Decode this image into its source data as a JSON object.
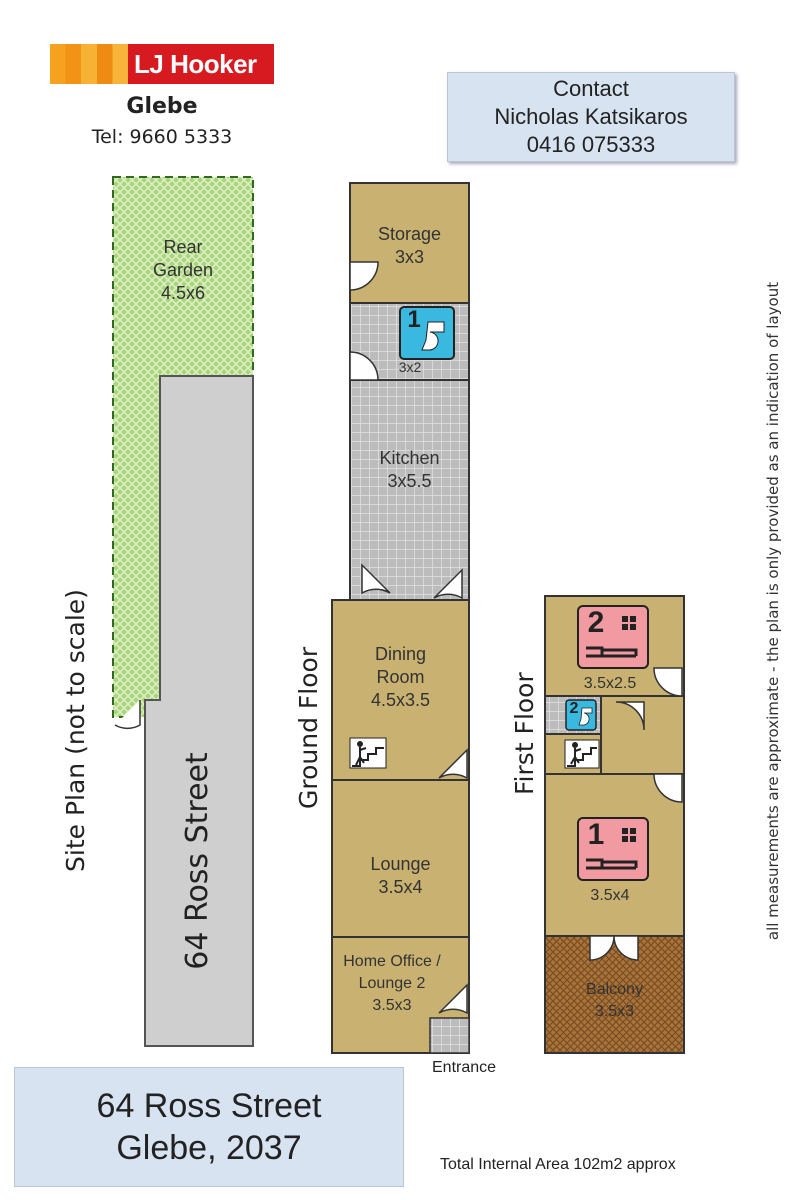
{
  "brand": {
    "logo_text": "LJ Hooker",
    "office": "Glebe",
    "tel": "Tel: 9660 5333",
    "colors": {
      "red": "#d71920",
      "orange": "#f39316"
    }
  },
  "contact": {
    "heading": "Contact",
    "name": "Nicholas Katsikaros",
    "phone": "0416 075333"
  },
  "site_plan": {
    "label": "Site Plan (not to scale)",
    "street_label": "64 Ross Street",
    "garden_name": "Rear Garden",
    "garden_dims": "4.5x6"
  },
  "ground_floor": {
    "label": "Ground Floor",
    "rooms": [
      {
        "name": "Storage",
        "dims": "3x3"
      },
      {
        "name": "",
        "dims": "3x2"
      },
      {
        "name": "Kitchen",
        "dims": "3x5.5"
      },
      {
        "name": "Dining Room",
        "dims": "4.5x3.5"
      },
      {
        "name": "Lounge",
        "dims": "3.5x4"
      },
      {
        "name": "Home Office / Lounge 2",
        "dims": "3.5x3"
      }
    ],
    "entrance": "Entrance",
    "toilet_number": "1"
  },
  "first_floor": {
    "label": "First Floor",
    "bedroom2_number": "2",
    "bedroom2_dims": "3.5x2.5",
    "bath_number": "2",
    "bedroom1_number": "1",
    "bedroom1_dims": "3.5x4",
    "balcony_name": "Balcony",
    "balcony_dims": "3.5x3"
  },
  "disclaimer": "all measurements are approximate - the plan is only provided as an indication of layout",
  "address": {
    "line1": "64 Ross Street",
    "line2": "Glebe, 2037"
  },
  "total_area": "Total Internal Area 102m2 approx"
}
